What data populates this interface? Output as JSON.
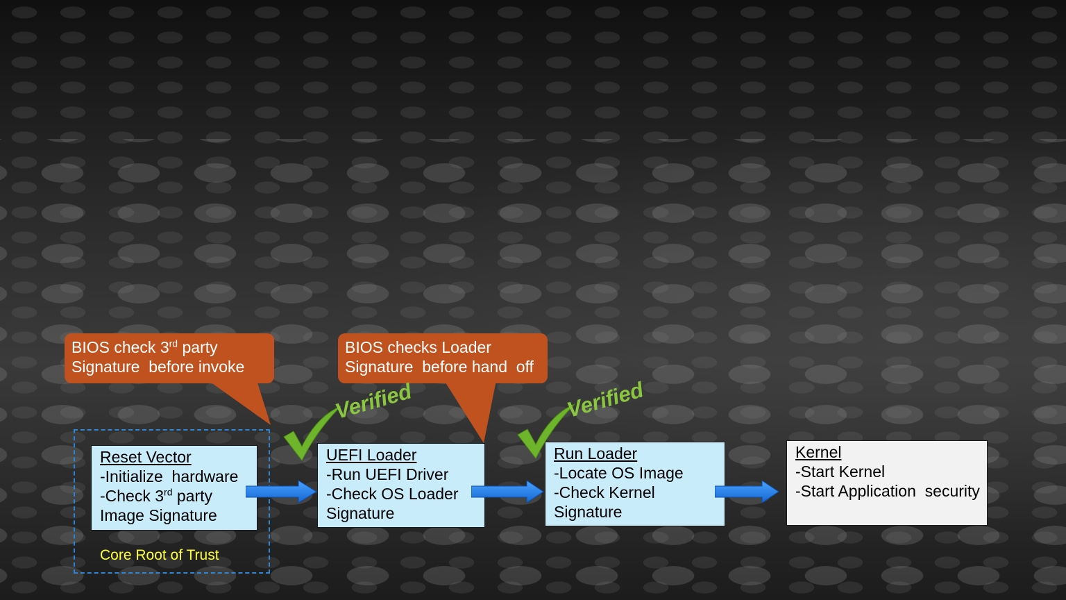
{
  "callouts": [
    {
      "line1_a": "BIOS check 3",
      "line1_sup": "rd",
      "line1_b": " party",
      "line2": "Signature  before invoke"
    },
    {
      "line1": "BIOS checks Loader",
      "line2": "Signature  before hand  off"
    }
  ],
  "verified_label": "Verified",
  "core_root_label": "Core Root of Trust",
  "boxes": {
    "reset": {
      "title": "Reset Vector",
      "line1": "-Initialize  hardware",
      "line2_a": "-Check 3",
      "line2_sup": "rd",
      "line2_b": " party",
      "line3": "Image Signature"
    },
    "uefi": {
      "title": "UEFI Loader",
      "line1": "-Run UEFI Driver",
      "line2": "-Check OS Loader",
      "line3": "Signature"
    },
    "run": {
      "title": "Run Loader",
      "line1": "-Locate OS Image",
      "line2": "-Check Kernel",
      "line3": "Signature"
    },
    "kernel": {
      "title": "Kernel",
      "line1": "-Start Kernel",
      "line2": "-Start Application  security"
    }
  },
  "colors": {
    "callout": "#c0521f",
    "box_blue": "#c9ecfb",
    "box_grey": "#f2f2f2",
    "arrow": "#1e7be6",
    "check": "#6fb52c",
    "core_label": "#ffff33",
    "dashed_frame": "#2e86d6"
  }
}
